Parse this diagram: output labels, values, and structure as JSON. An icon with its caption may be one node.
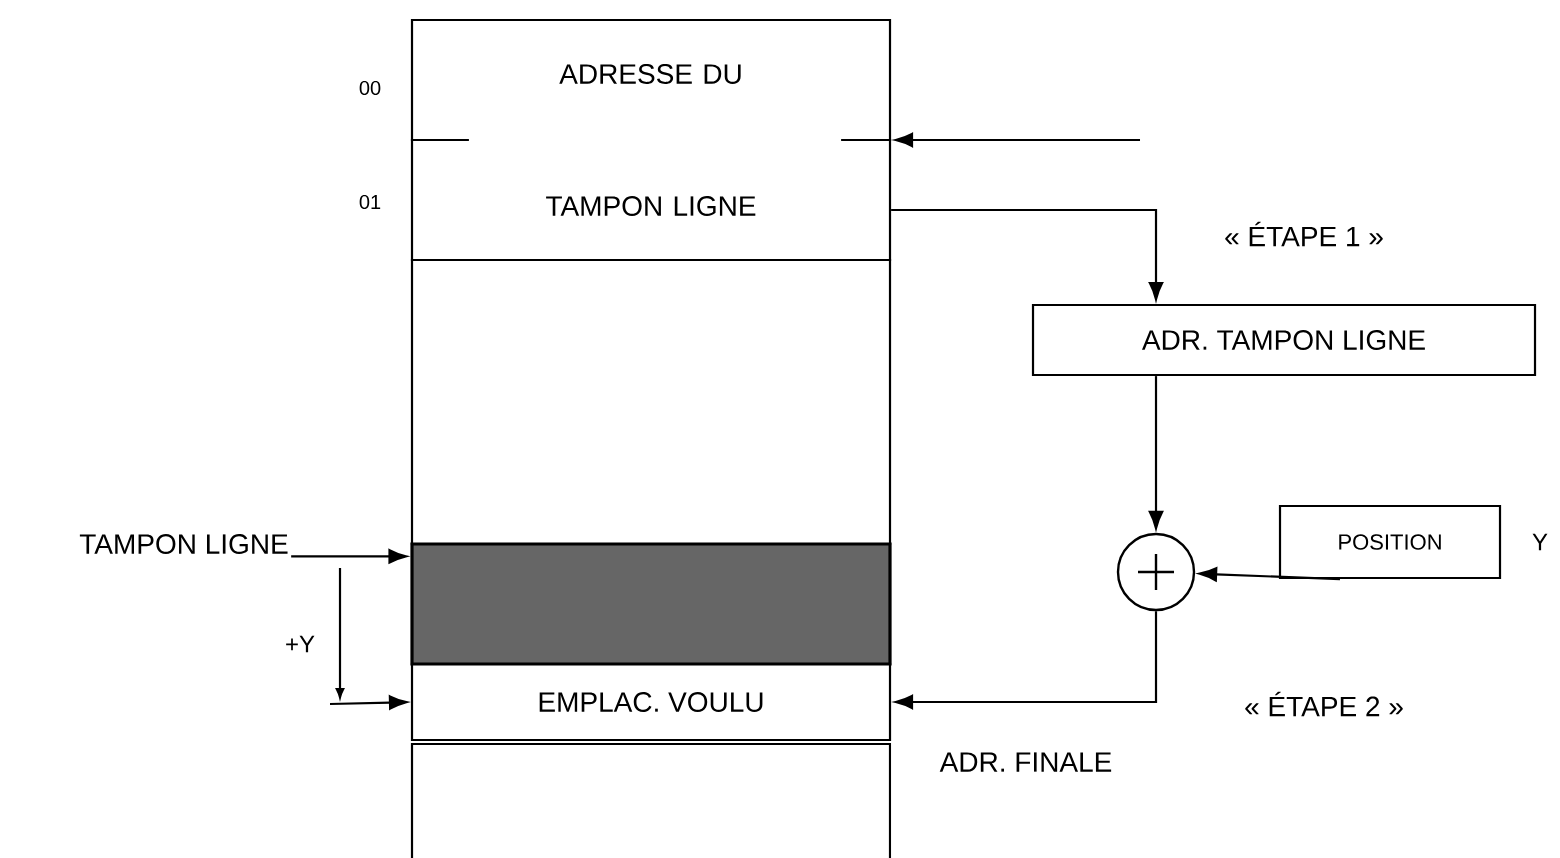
{
  "diagram": {
    "nodes": [
      {
        "text": [
          "ADRESSE DU TAMPON LIGNE"
        ]
      },
      {
        "text": [],
        "shape": "box"
      },
      {
        "text": [],
        "shape": "box"
      },
      {
        "text": [
          "EMPLAC. VOULU"
        ]
      },
      {
        "text": [],
        "shape": "box"
      },
      {
        "text": [
          "ADR. TAMPON LIGNE"
        ]
      },
      {
        "text": [
          "POSITION"
        ],
        "beside": [
          "Y"
        ]
      },
      {
        "text": [],
        "shape": "circle"
      },
      {
        "text": [
          "TAMPON LIGNE"
        ]
      }
    ],
    "edges": [
      {
        "from": null,
        "to": 0,
        "arrow": "to"
      },
      {
        "from": 0,
        "to": 5,
        "arrow": "to",
        "label": "« ÉTAPE 1 »"
      },
      {
        "from": 5,
        "to": 7,
        "arrow": "to"
      },
      {
        "from": 6,
        "to": 7,
        "arrow": "to"
      },
      {
        "from": 7,
        "to": 3,
        "arrow": "to",
        "label": "« ÉTAPE 2 »"
      },
      {
        "from": 8,
        "to": 2,
        "arrow": "to"
      },
      {
        "from": null,
        "to": 3,
        "arrow": "to"
      }
    ],
    "labels": [
      "00",
      "01",
      "+Y",
      "ADR. FINALE"
    ]
  }
}
